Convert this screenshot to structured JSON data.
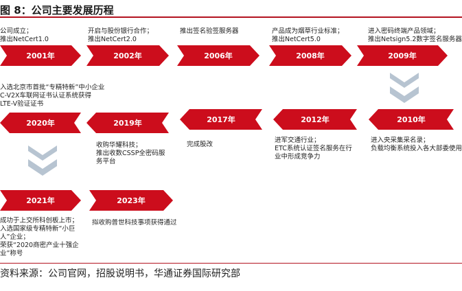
{
  "figure": {
    "title": "图 8：公司主要发展历程",
    "source": "资料来源：公司官网，招股说明书，华通证券国际研究部"
  },
  "milestones": [
    {
      "year": "2001年",
      "text": "公司成立；\n推出NetCert1.0"
    },
    {
      "year": "2002年",
      "text": "开启与股份银行合作；\n推出NetCert2.0"
    },
    {
      "year": "2006年",
      "text": "推出签名验签服务器"
    },
    {
      "year": "2008年",
      "text": "产品成为烟草行业标准；\n推出NetCert5.0"
    },
    {
      "year": "2009年",
      "text": "进入密码终端产品领域；\n推出Netsign5.2数字签名服务器"
    },
    {
      "year": "2010年",
      "text": "进入央采集采名录；\n负载均衡系统投入各大部委使用"
    },
    {
      "year": "2012年",
      "text": "进军交通行业；\nETC系统认证签名服务在行\n业中形成竞争力"
    },
    {
      "year": "2017年",
      "text": "完成股改"
    },
    {
      "year": "2019年",
      "text": "收购华耀科技；\n推出收数CSSP全密码服\n务平台"
    },
    {
      "year": "2020年",
      "text": "入选北京市首批“专精特新”中小企业；\nC-V2X车联网证书认证系统获得\nLTE-V验证证书"
    },
    {
      "year": "2021年",
      "text": "成功于上交所科创板上市；\n入选国家级专精特新“小巨\n人”企业；\n荣获“2020商密产业十强企\n业”称号"
    },
    {
      "year": "2023年",
      "text": "拟收购普世科技事项获得通过"
    }
  ],
  "icons": {
    "flow_down": "double-chevron-down-icon"
  },
  "colors": {
    "accent": "#cc0d1c",
    "rule": "#b3121f",
    "icon": "#b7c4d1"
  }
}
